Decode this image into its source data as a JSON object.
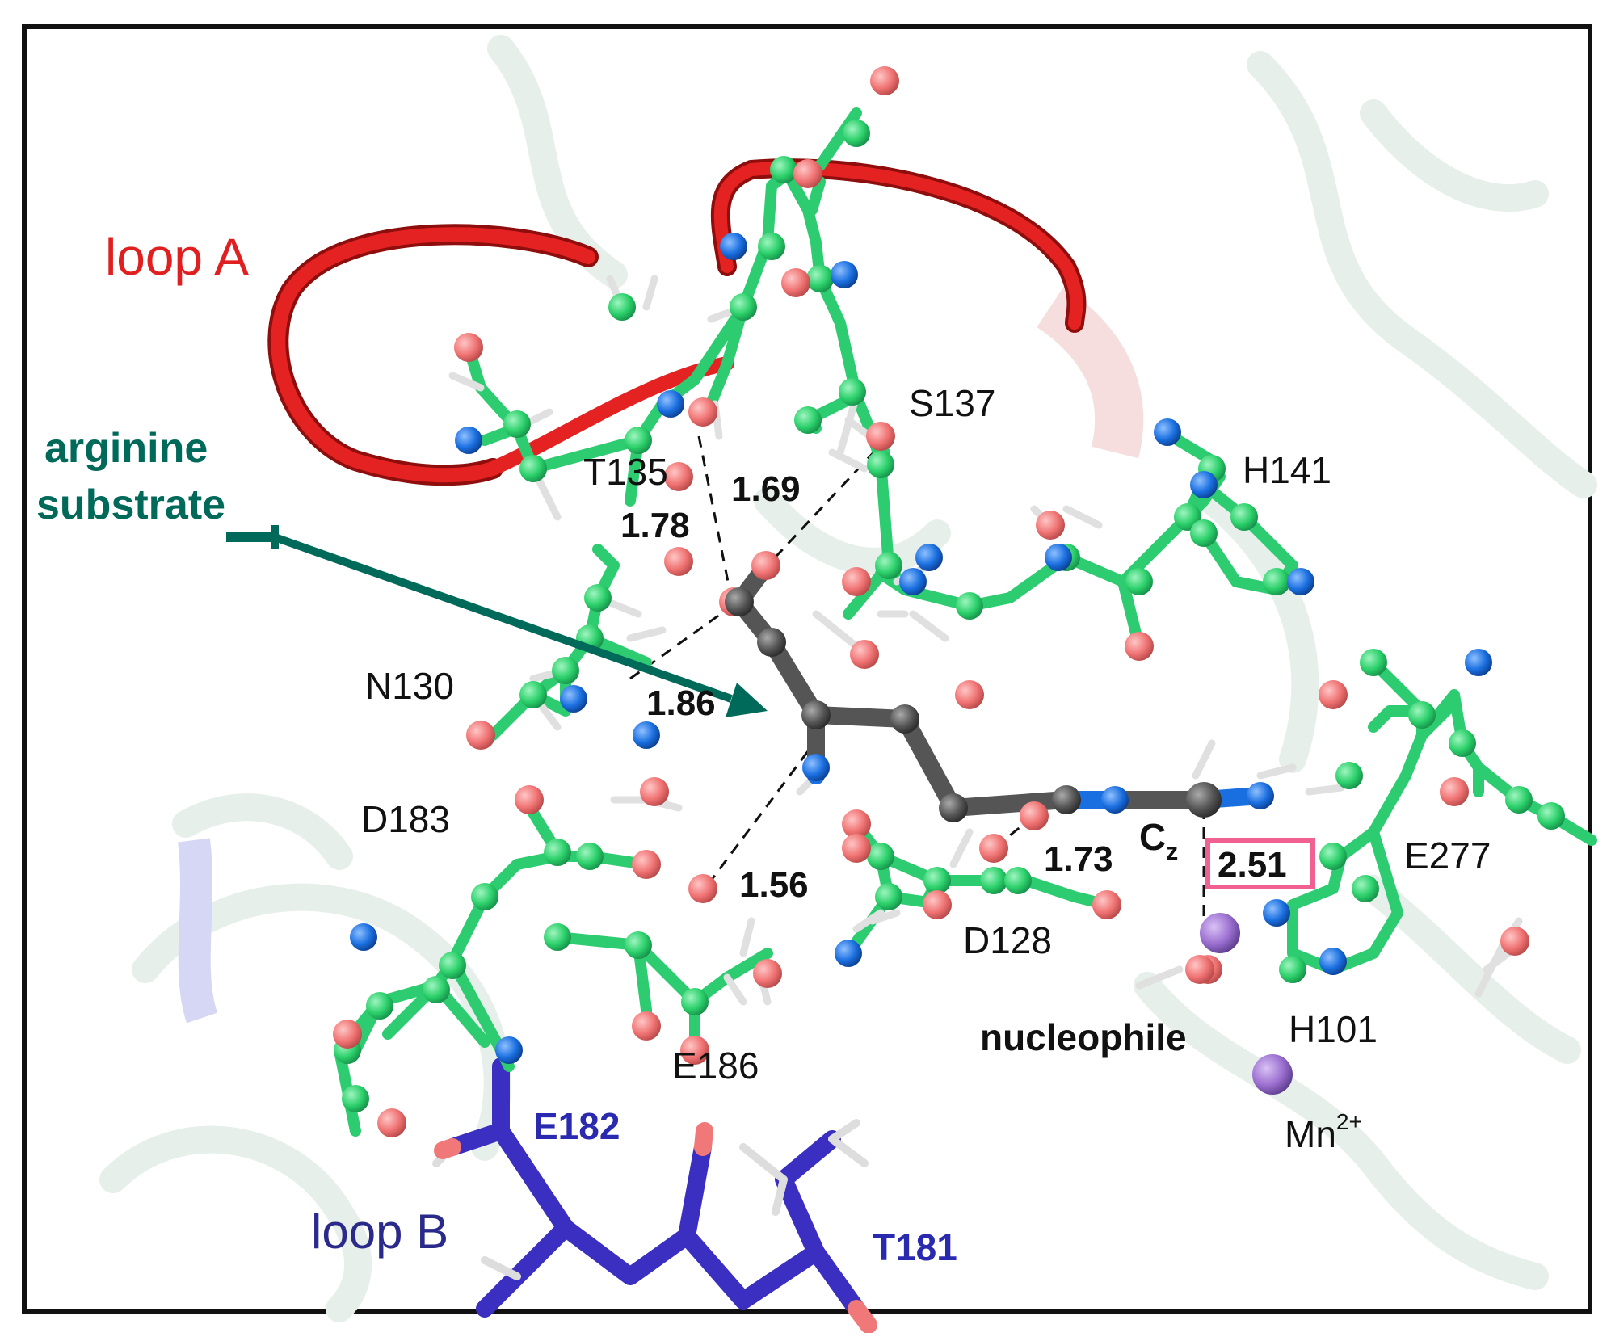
{
  "labels": {
    "loop_a": "loop A",
    "loop_b": "loop B",
    "arginine_line1": "arginine",
    "arginine_line2": "substrate",
    "s137": "S137",
    "t135": "T135",
    "h141": "H141",
    "n130": "N130",
    "d183": "D183",
    "d128": "D128",
    "e277": "E277",
    "e186": "E186",
    "e182": "E182",
    "t181": "T181",
    "h101": "H101",
    "nucleophile": "nucleophile",
    "mn_base": "Mn",
    "mn_charge": "2+",
    "cz_base": "C",
    "cz_sub": "z"
  },
  "distances": {
    "d178": "1.78",
    "d169": "1.69",
    "d186": "1.86",
    "d156": "1.56",
    "d173": "1.73",
    "d251": "2.51"
  },
  "colors": {
    "carbon": "#2ecc71",
    "oxygen": "#f07878",
    "nitrogen": "#1a6fe0",
    "substrate": "#555555",
    "hydrogen": "#dddddd",
    "loop_a": "#e02020",
    "loop_b": "#3a2fc0",
    "arginine_label": "#006a5a",
    "manganese": "#9b6fd0",
    "highlight_box": "#f06090"
  }
}
